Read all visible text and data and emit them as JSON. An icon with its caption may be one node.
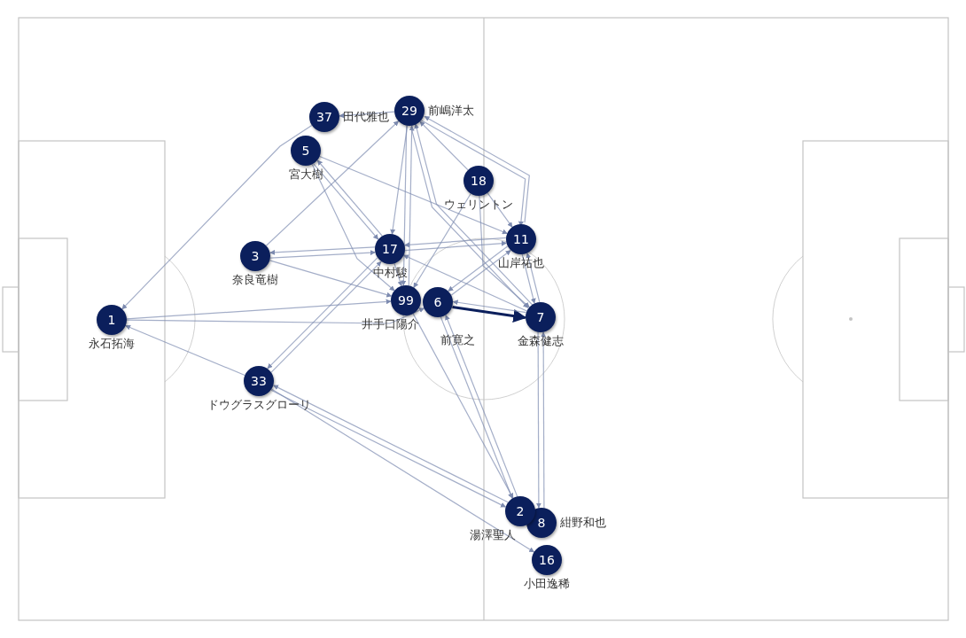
{
  "diagram": {
    "nodes": [
      {
        "text": [
          "29",
          "前嶋洋太"
        ]
      },
      {
        "text": [
          "37",
          "田代雅也"
        ]
      },
      {
        "text": [
          "5",
          "宮大樹"
        ]
      },
      {
        "text": [
          "18",
          "ウェリントン"
        ]
      },
      {
        "text": [
          "11",
          "山岸祐也"
        ]
      },
      {
        "text": [
          "17",
          "中村駿"
        ]
      },
      {
        "text": [
          "3",
          "奈良竜樹"
        ]
      },
      {
        "text": [
          "99",
          "井手口陽介"
        ]
      },
      {
        "text": [
          "6",
          "前寛之"
        ]
      },
      {
        "text": [
          "7",
          "金森健志"
        ]
      },
      {
        "text": [
          "1",
          "永石拓海"
        ]
      },
      {
        "text": [
          "33",
          "ドウグラスグローリ"
        ]
      },
      {
        "text": [
          "2",
          "湯澤聖人"
        ]
      },
      {
        "text": [
          "8",
          "紺野和也"
        ]
      },
      {
        "text": [
          "16",
          "小田逸稀"
        ]
      }
    ],
    "edges": [
      {
        "from": 1,
        "to": 10,
        "arrow": "to"
      },
      {
        "from": 0,
        "to": 1,
        "arrow": "to"
      },
      {
        "from": 10,
        "to": 7,
        "arrow": "to"
      },
      {
        "from": 10,
        "to": 8,
        "arrow": "to"
      },
      {
        "from": 11,
        "to": 10,
        "arrow": "to"
      },
      {
        "from": 6,
        "to": 0,
        "arrow": "to"
      },
      {
        "from": 6,
        "to": 5,
        "arrow": "to"
      },
      {
        "from": 5,
        "to": 6,
        "arrow": "to"
      },
      {
        "from": 6,
        "to": 7,
        "arrow": "to"
      },
      {
        "from": 5,
        "to": 2,
        "arrow": "to"
      },
      {
        "from": 2,
        "to": 5,
        "arrow": "to"
      },
      {
        "from": 2,
        "to": 4,
        "arrow": "to"
      },
      {
        "from": 2,
        "to": 7,
        "arrow": "to"
      },
      {
        "from": 0,
        "to": 5,
        "arrow": "to"
      },
      {
        "from": 0,
        "to": 7,
        "arrow": "to"
      },
      {
        "from": 7,
        "to": 0,
        "arrow": "to"
      },
      {
        "from": 0,
        "to": 4,
        "arrow": "to"
      },
      {
        "from": 0,
        "to": 9,
        "arrow": "to"
      },
      {
        "from": 4,
        "to": 0,
        "arrow": "to"
      },
      {
        "from": 9,
        "to": 0,
        "arrow": "to"
      },
      {
        "from": 3,
        "to": 0,
        "arrow": "to"
      },
      {
        "from": 3,
        "to": 7,
        "arrow": "to"
      },
      {
        "from": 3,
        "to": 4,
        "arrow": "to"
      },
      {
        "from": 3,
        "to": 9,
        "arrow": "to"
      },
      {
        "from": 5,
        "to": 4,
        "arrow": "to"
      },
      {
        "from": 4,
        "to": 5,
        "arrow": "to"
      },
      {
        "from": 5,
        "to": 7,
        "arrow": "to"
      },
      {
        "from": 5,
        "to": 11,
        "arrow": "to"
      },
      {
        "from": 11,
        "to": 5,
        "arrow": "to"
      },
      {
        "from": 8,
        "to": 9,
        "arrow": "to",
        "style": "thick",
        "color": "#0b1f5c"
      },
      {
        "from": 9,
        "to": 8,
        "arrow": "to"
      },
      {
        "from": 4,
        "to": 8,
        "arrow": "to"
      },
      {
        "from": 8,
        "to": 4,
        "arrow": "to"
      },
      {
        "from": 9,
        "to": 5,
        "arrow": "to"
      },
      {
        "from": 8,
        "to": 12,
        "arrow": "to"
      },
      {
        "from": 12,
        "to": 8,
        "arrow": "to"
      },
      {
        "from": 7,
        "to": 12,
        "arrow": "to"
      },
      {
        "from": 9,
        "to": 13,
        "arrow": "to"
      },
      {
        "from": 13,
        "to": 9,
        "arrow": "to"
      },
      {
        "from": 11,
        "to": 12,
        "arrow": "to"
      },
      {
        "from": 12,
        "to": 11,
        "arrow": "to"
      },
      {
        "from": 11,
        "to": 14,
        "arrow": "to"
      },
      {
        "from": 4,
        "to": 9,
        "arrow": "to"
      },
      {
        "from": 9,
        "to": 4,
        "arrow": "to"
      }
    ]
  }
}
